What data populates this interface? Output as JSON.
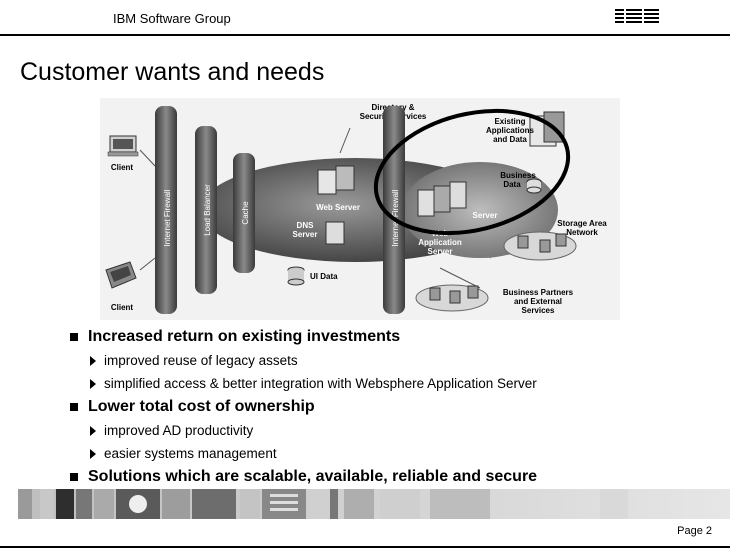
{
  "header": {
    "group": "IBM Software Group",
    "logo": "IBM"
  },
  "title": "Customer wants and needs",
  "diagram": {
    "labels": {
      "client_top": "Client",
      "client_bottom": "Client",
      "internet_firewall_left": "Internet Firewall",
      "load_balancer": "Load Balancer",
      "cache": "Cache",
      "directory_line1": "Directory &",
      "directory_line2": "Security Services",
      "web_server": "Web Server",
      "dns_line1": "DNS",
      "dns_line2": "Server",
      "ui_data": "UI Data",
      "internet_firewall_right": "Internet Firewall",
      "was_line1": "Web",
      "was_line2": "Application",
      "was_line3": "Server",
      "server": "Server",
      "existing_line1": "Existing",
      "existing_line2": "Applications",
      "existing_line3": "and Data",
      "business_line1": "Business",
      "business_line2": "Data",
      "san_line1": "Storage Area",
      "san_line2": "Network",
      "bp_line1": "Business Partners",
      "bp_line2": "and External",
      "bp_line3": "Services"
    }
  },
  "bullets": [
    {
      "text": "Increased return on existing investments",
      "sub": [
        "improved reuse of legacy assets",
        "simplified access & better integration with Websphere Application Server"
      ]
    },
    {
      "text": "Lower total cost of ownership",
      "sub": [
        "improved AD productivity",
        "easier systems management"
      ]
    },
    {
      "text": "Solutions which are scalable, available, reliable and secure",
      "sub": []
    }
  ],
  "footer": {
    "page": "Page 2"
  }
}
